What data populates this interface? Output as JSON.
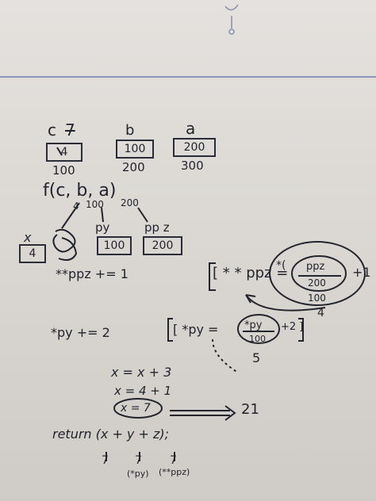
{
  "notes": {
    "vars": {
      "c": "c",
      "c_val": "7",
      "b": "b",
      "a": "a"
    },
    "boxes": {
      "c": "4",
      "b": "100",
      "a": "200"
    },
    "addresses": {
      "c": "100",
      "b": "200",
      "a": "300"
    },
    "call": "f(c, b, a)",
    "call_args": {
      "first": "4",
      "second": "100",
      "third": "200"
    },
    "params": {
      "x": "x",
      "py": "py",
      "ppz": "pp z"
    },
    "param_boxes": {
      "x": "4",
      "py": "100",
      "ppz": "200"
    },
    "line1": "**ppz += 1",
    "line1_bracket": "[**ppz = (*(*ppz / 200) / 100) + 1",
    "line1_bracket_parts": {
      "lead": "[ * * ppz =",
      "outer_top": "*(",
      "inner_top": "ppz",
      "inner_bottom": "200",
      "tail": "+1",
      "outer_bottom": "100",
      "result": "4"
    },
    "line2": "*py += 2",
    "line2_bracket_parts": {
      "lead": "[ *py =",
      "top": "*py",
      "bottom": "100",
      "tail": "+2 ]",
      "result": "5"
    },
    "line3": "x = x + 3",
    "line4": "x = 4 + 1",
    "line5": "x = 7",
    "arrow_result": "21",
    "return_line": "return (x + y + z);",
    "return_values": {
      "x": "7",
      "y": "7",
      "z": "7"
    },
    "return_notes": {
      "y": "(*py)",
      "z": "(**ppz)"
    }
  }
}
